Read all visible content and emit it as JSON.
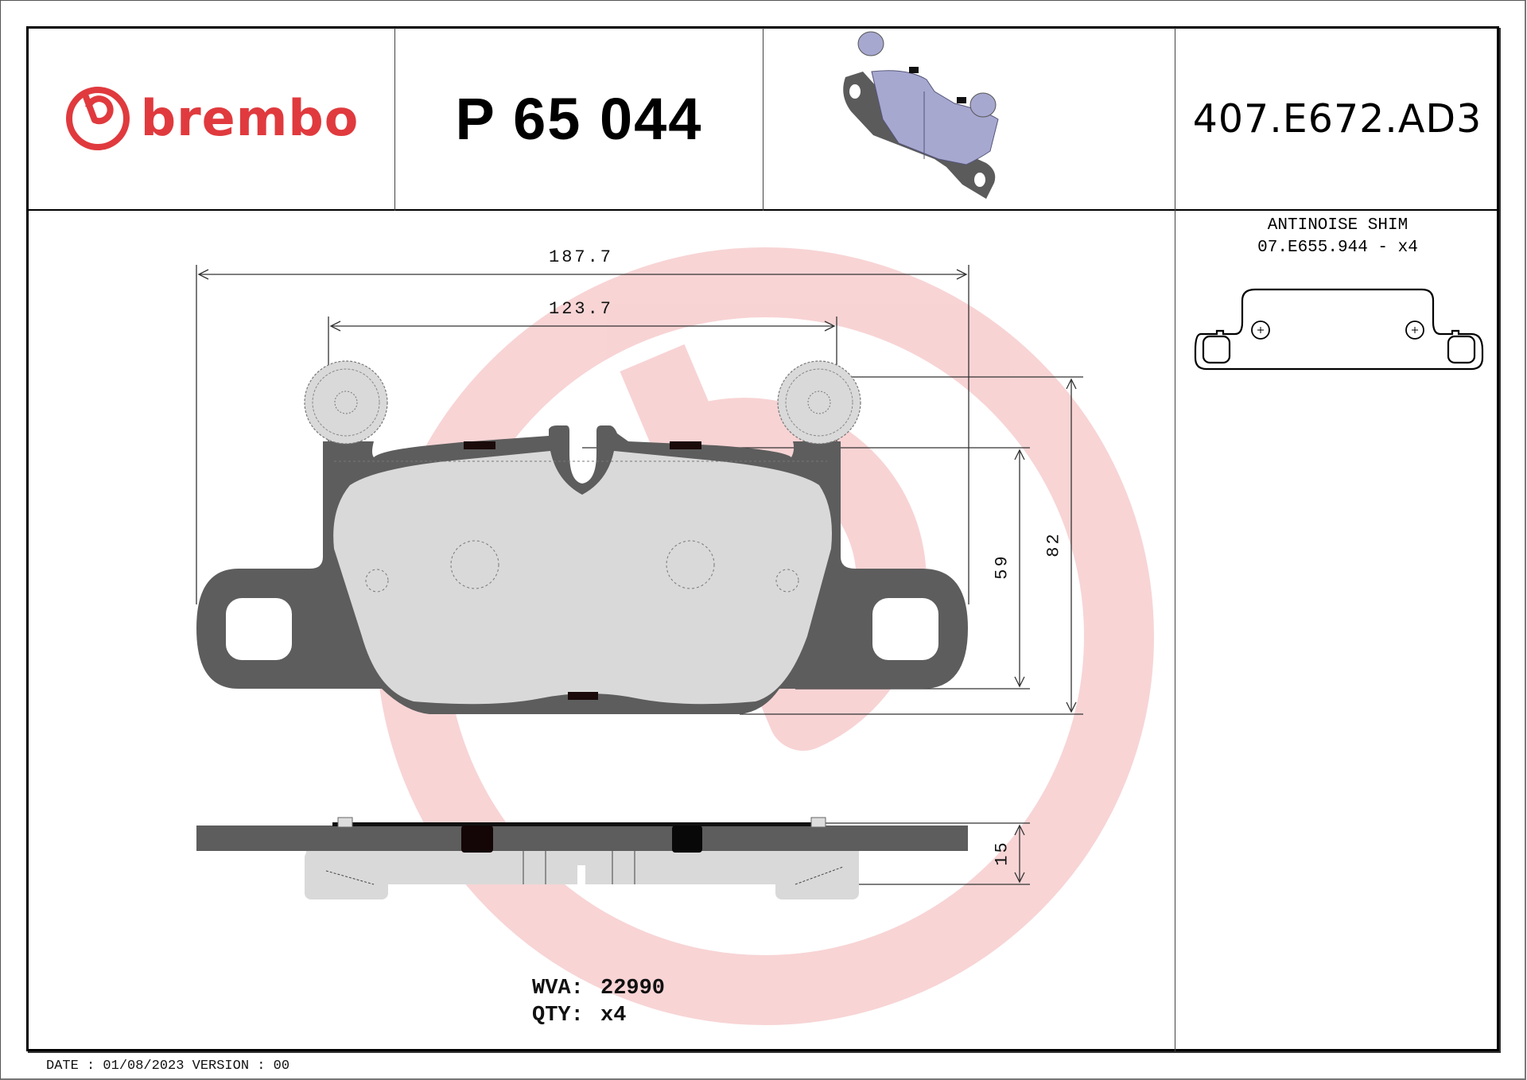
{
  "header": {
    "brand": "brembo",
    "brand_color": "#e03a3e",
    "part_number": "P 65 044",
    "reference_code": "407.E672.AD3",
    "product_image": "brake-pad-3d-render"
  },
  "shim": {
    "title": "ANTINOISE SHIM",
    "code_line": "07.E655.944 - x4"
  },
  "dimensions": {
    "overall_width": "187.7",
    "pin_spacing": "123.7",
    "friction_height": "59",
    "overall_height": "82",
    "thickness": "15"
  },
  "info": {
    "wva_label": "WVA:",
    "wva_value": "22990",
    "qty_label": "QTY:",
    "qty_value": "x4"
  },
  "footer": {
    "text": "DATE : 01/08/2023 VERSION : 00"
  },
  "colors": {
    "backplate": "#5d5d5d",
    "friction": "#d9d9d9",
    "watermark": "#e8a0a6",
    "pad_3d": "#a7a8d0"
  }
}
